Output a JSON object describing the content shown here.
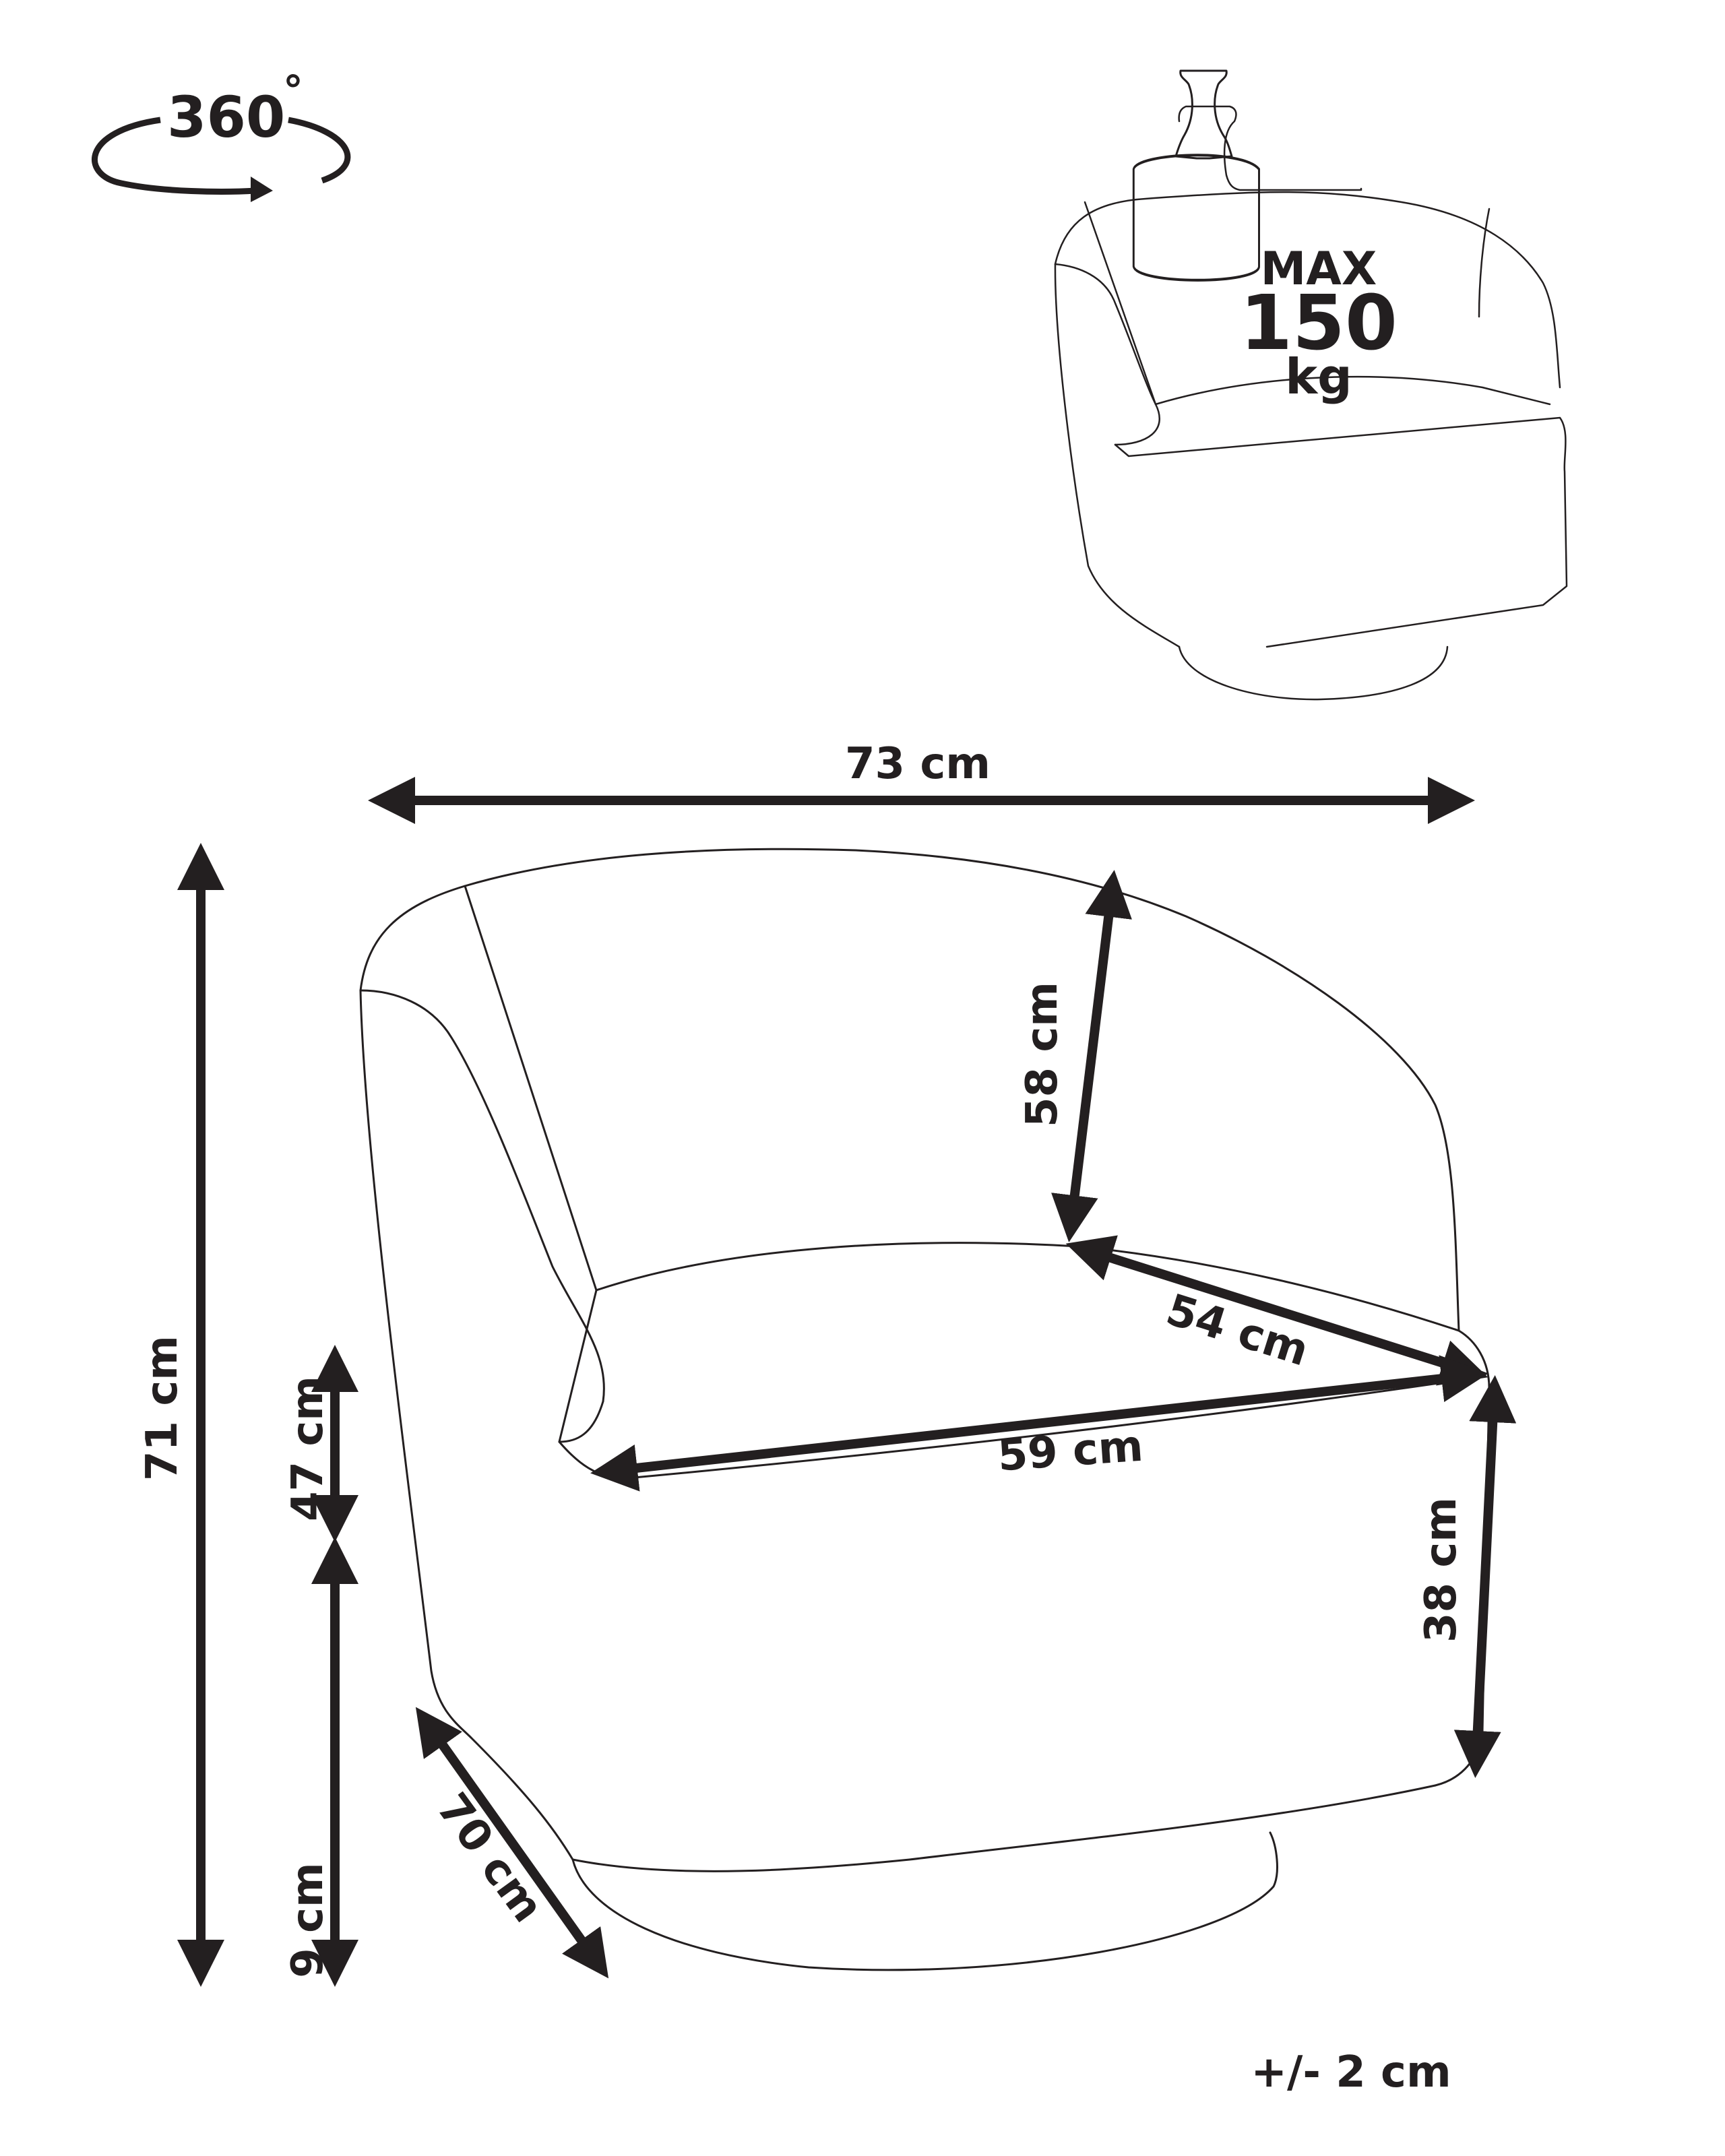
{
  "rotation_badge": {
    "label": "360",
    "degree_symbol": "°",
    "icon": "rotate-360-icon"
  },
  "load_badge": {
    "line1": "MAX",
    "line2": "150",
    "line3": "kg",
    "icon": "weight-icon"
  },
  "dimensions": {
    "width": "73 cm",
    "total_height": "71 cm",
    "backrest_height": "58 cm",
    "seat_depth": "54 cm",
    "seat_width": "59 cm",
    "seat_front_height": "38 cm",
    "seat_height": "47 cm",
    "base_height": "9 cm",
    "depth": "70 cm"
  },
  "tolerance": "+/- 2 cm",
  "colors": {
    "ink": "#231f20",
    "background": "#ffffff"
  }
}
